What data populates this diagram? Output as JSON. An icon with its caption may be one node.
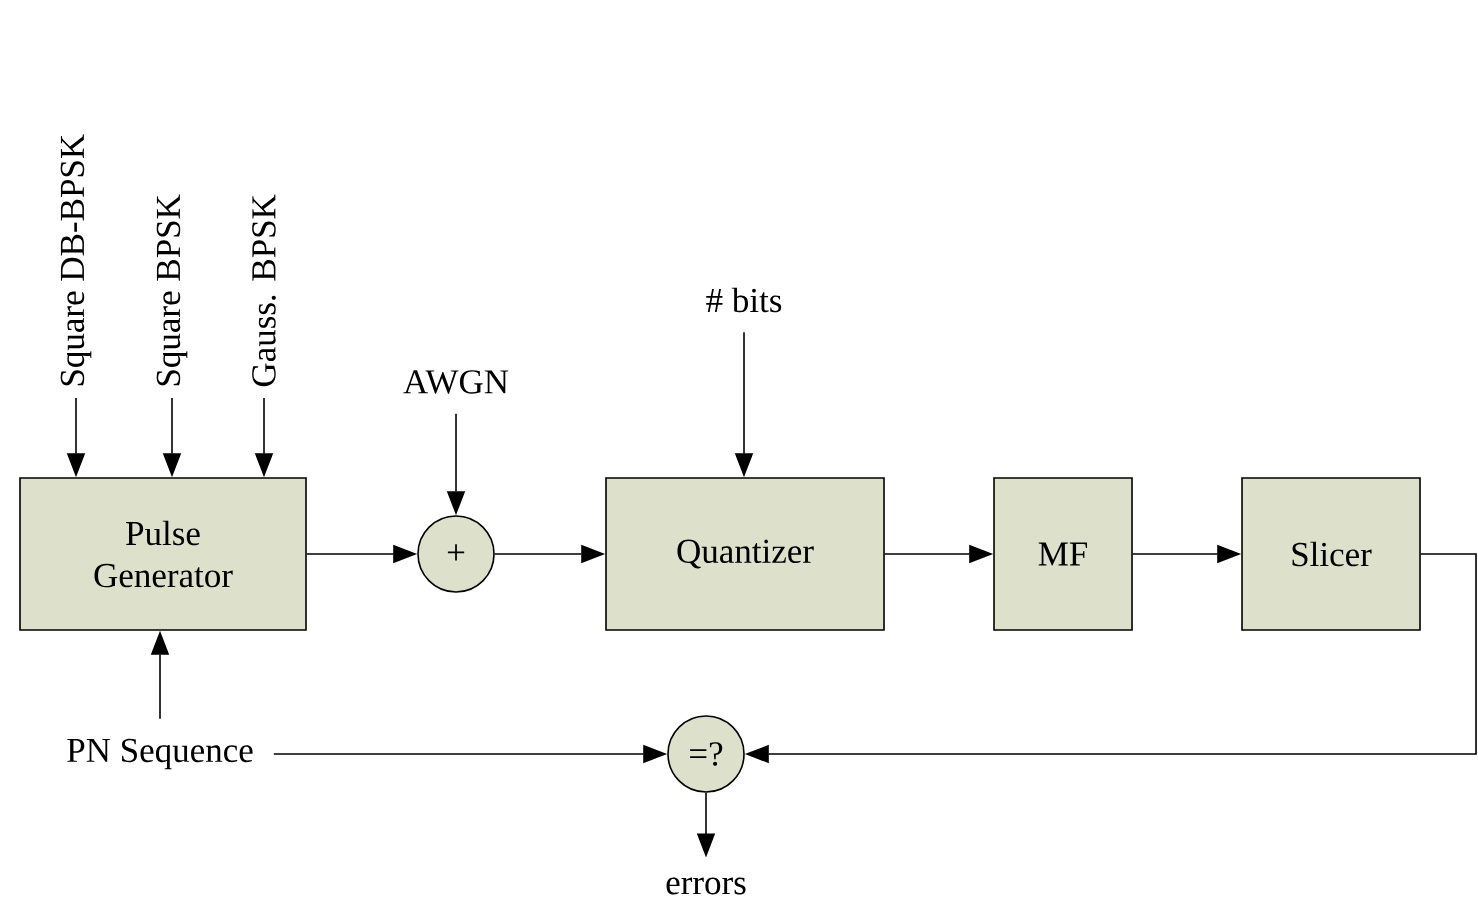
{
  "diagram": {
    "nodes": [
      {
        "text": [
          "Square DB-BPSK"
        ]
      },
      {
        "text": [
          "Square BPSK"
        ]
      },
      {
        "text": [
          "Gauss. BPSK"
        ]
      },
      {
        "text": [
          "AWGN"
        ]
      },
      {
        "text": [
          "# bits"
        ]
      },
      {
        "text": [
          "Pulse Generator"
        ]
      },
      {
        "text": [
          "+"
        ]
      },
      {
        "text": [
          "Quantizer"
        ]
      },
      {
        "text": [
          "MF"
        ]
      },
      {
        "text": [
          "Slicer"
        ]
      },
      {
        "text": [
          "PN Sequence"
        ]
      },
      {
        "text": [
          "=?"
        ]
      },
      {
        "text": [
          "errors"
        ]
      }
    ],
    "edges": [
      {
        "from": 0,
        "to": 5,
        "arrow": "to"
      },
      {
        "from": 1,
        "to": 5,
        "arrow": "to"
      },
      {
        "from": 2,
        "to": 5,
        "arrow": "to"
      },
      {
        "from": 3,
        "to": 6,
        "arrow": "to"
      },
      {
        "from": 4,
        "to": 7,
        "arrow": "to"
      },
      {
        "from": 5,
        "to": 6,
        "arrow": "to"
      },
      {
        "from": 6,
        "to": 7,
        "arrow": "to"
      },
      {
        "from": 7,
        "to": 8,
        "arrow": "to"
      },
      {
        "from": 8,
        "to": 9,
        "arrow": "to"
      },
      {
        "from": 9,
        "to": 11,
        "arrow": "to"
      },
      {
        "from": 10,
        "to": 5,
        "arrow": "to"
      },
      {
        "from": 10,
        "to": 11,
        "arrow": "to"
      },
      {
        "from": 11,
        "to": 12,
        "arrow": "to"
      }
    ]
  }
}
